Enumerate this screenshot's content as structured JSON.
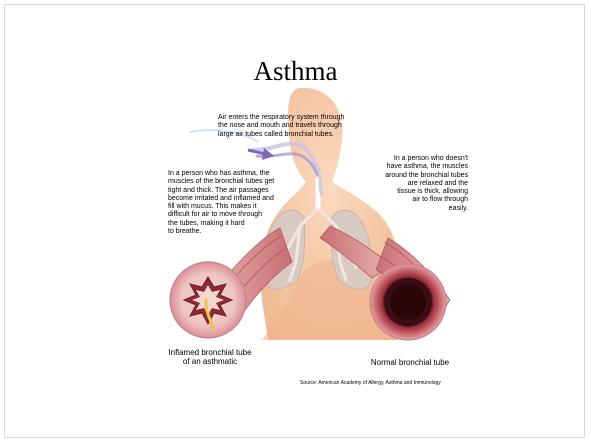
{
  "slide": {
    "title": "Asthma"
  },
  "diagram": {
    "air_text": "Air enters the respiratory system through\nthe nose and mouth and travels through\nlarge air tubes called bronchial tubes.",
    "asthma_text": "In a person who has asthma, the\nmuscles of the bronchial tubes get\ntight and thick. The air passages\nbecome irritated and inflamed and\nfill with mucus. This makes it\ndifficult for air to move through\nthe tubes, making it hard\nto breathe.",
    "normal_text": "In a person who doesn't\nhave asthma, the muscles\naround the bronchial tubes\nare relaxed and the\ntissue is thick, allowing\nair to flow through\neasily.",
    "inflamed_caption": "Inflamed bronchial tube\nof an asthmatic",
    "normal_caption": "Normal bronchial tube",
    "source": "Source: American Academy of Allergy, Asthma and Immunology"
  },
  "colors": {
    "skin": "#f6c6a4",
    "skin_shadow": "#eab08c",
    "lung": "#d9c7c0",
    "tube_outer": "#e6a4a8",
    "tube_dark": "#8e2a35",
    "arrow": "#7b68b8"
  }
}
